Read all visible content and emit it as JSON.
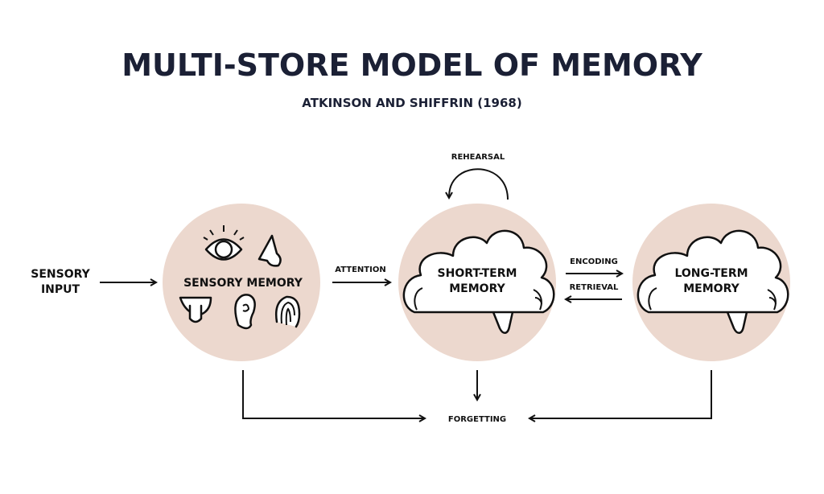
{
  "title": "MULTI-STORE MODEL OF MEMORY",
  "subtitle": "ATKINSON AND SHIFFRIN (1968)",
  "input": {
    "line1": "SENSORY",
    "line2": "INPUT"
  },
  "sensory_memory": "SENSORY MEMORY",
  "short_term": {
    "line1": "SHORT-TERM",
    "line2": "MEMORY"
  },
  "long_term": {
    "line1": "LONG-TERM",
    "line2": "MEMORY"
  },
  "arrows": {
    "attention": "ATTENTION",
    "rehearsal": "REHEARSAL",
    "encoding": "ENCODING",
    "retrieval": "RETRIEVAL",
    "forgetting": "FORGETTING"
  },
  "colors": {
    "circle": "#ecd8ce",
    "title": "#1b2035"
  }
}
